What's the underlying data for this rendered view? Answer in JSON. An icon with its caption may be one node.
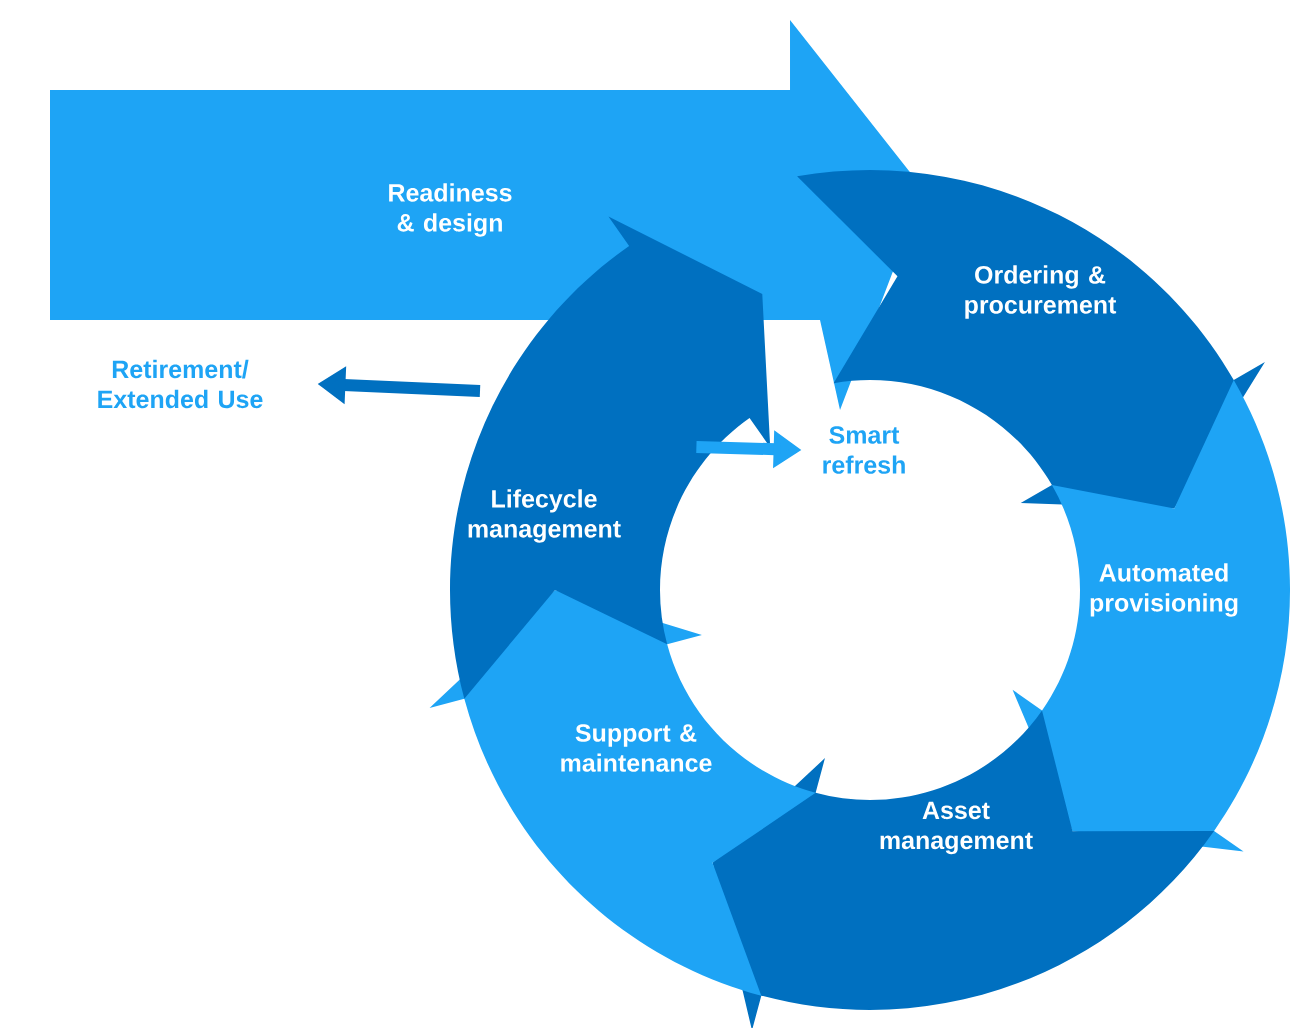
{
  "diagram": {
    "nodes": [
      {
        "text": [
          "Readiness & design"
        ]
      },
      {
        "text": [
          "Ordering & procurement"
        ]
      },
      {
        "text": [
          "Automated provisioning"
        ]
      },
      {
        "text": [
          "Asset management"
        ]
      },
      {
        "text": [
          "Support & maintenance"
        ]
      },
      {
        "text": [
          "Lifecycle management"
        ]
      },
      {
        "text": [
          "Retirement/ Extended Use"
        ]
      },
      {
        "text": [
          "Smart refresh"
        ]
      }
    ],
    "edges": [
      {
        "from": 5,
        "to": 6,
        "arrow": "to",
        "color": "#0070c0"
      },
      {
        "from": 5,
        "to": 7,
        "arrow": "to",
        "color": "#1ea4f5"
      }
    ]
  }
}
